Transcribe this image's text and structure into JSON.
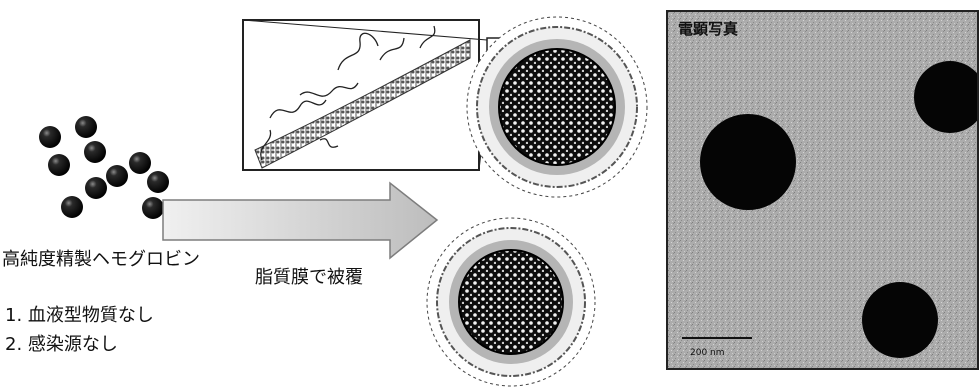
{
  "product_label": "高純度精製ヘモグロビン",
  "process_label": "脂質膜で被覆",
  "features": [
    "1. 血液型物質なし",
    "2. 感染源なし"
  ],
  "micrograph": {
    "title": "電顕写真",
    "scale_label": "200 nm"
  },
  "colors": {
    "hemoglobin": "#111111",
    "arrow_fill": "#c8c8c8",
    "membrane": "#9a9a9a",
    "micrograph_bg": "#a9a9a9"
  }
}
